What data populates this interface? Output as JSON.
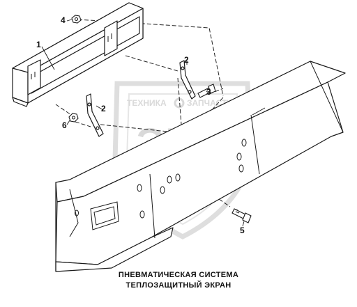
{
  "caption": {
    "line1": "ПНЕВМАТИЧЕСКАЯ СИСТЕМА",
    "line2": "ТЕПЛОЗАЩИТНЫЙ ЭКРАН"
  },
  "callouts": {
    "n1": "1",
    "n2a": "2",
    "n2b": "2",
    "n3": "3",
    "n4": "4",
    "n5": "5",
    "n6": "6"
  },
  "watermark": {
    "brand_top": "ТЕХНИКА",
    "brand_right": "ЗАПЧАСТИ",
    "brand_letters": "ЭПФ"
  },
  "colors": {
    "line": "#1a1a1a",
    "watermark": "#d9d9d9"
  }
}
